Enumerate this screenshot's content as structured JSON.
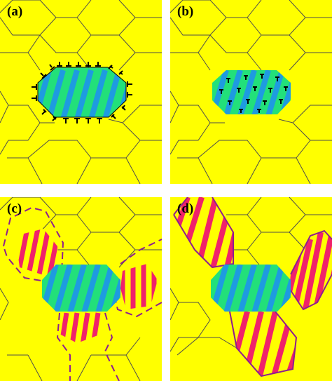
{
  "panels": [
    {
      "id": "a",
      "label": "(a)"
    },
    {
      "id": "b",
      "label": "(b)"
    },
    {
      "id": "c",
      "label": "(c)"
    },
    {
      "id": "d",
      "label": "(d)"
    }
  ],
  "colors": {
    "matrix": "#FFFF00",
    "grain_outline": "#4D4D4D",
    "precipitate_fill": "#22E07A",
    "precipitate_stripe": "#1E9BE0",
    "new_grain_fill": "#FFFF00",
    "new_grain_stripe": "#F0226A",
    "new_grain_boundary": "#8E1E8E",
    "dislocation": "#000000",
    "divider": "#FFFFFF"
  }
}
